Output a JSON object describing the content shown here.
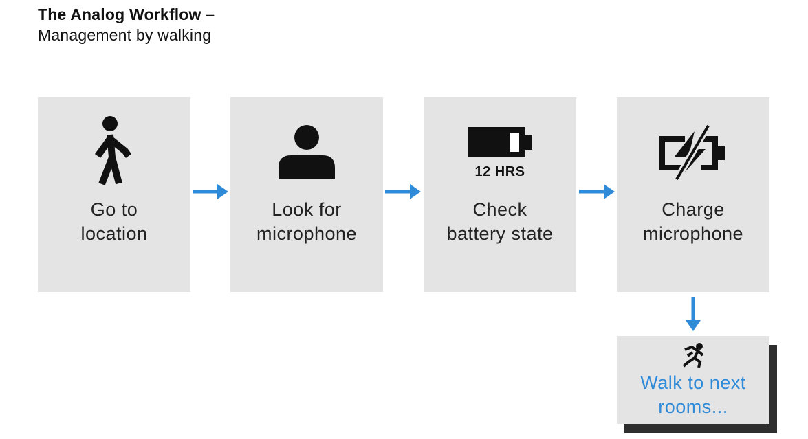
{
  "header": {
    "title": "The Analog Workflow –",
    "subtitle": "Management by walking"
  },
  "steps": [
    {
      "label": "Go to\nlocation",
      "icon": "walking-person-icon"
    },
    {
      "label": "Look for\nmicrophone",
      "icon": "person-icon"
    },
    {
      "label": "Check\nbattery state",
      "icon": "battery-icon",
      "icon_caption": "12 HRS"
    },
    {
      "label": "Charge\nmicrophone",
      "icon": "charging-battery-icon"
    }
  ],
  "next": {
    "label": "Walk to next\nrooms...",
    "icon": "running-person-icon"
  },
  "colors": {
    "box": "#e4e4e4",
    "arrow": "#2f8ad8",
    "accent_text": "#2f8ad8",
    "shadow": "#2e2e2e",
    "icon": "#111111"
  }
}
